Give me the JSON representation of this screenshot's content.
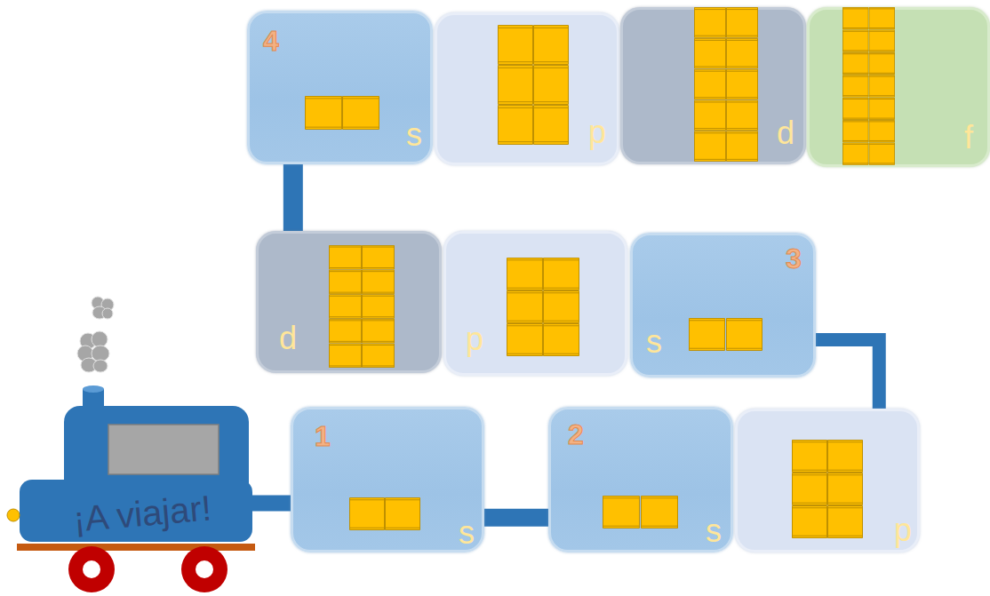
{
  "diagram": {
    "nodes": [
      {
        "text": [
          "¡A viajar!"
        ]
      },
      {
        "text": [
          "1",
          "s"
        ]
      },
      {
        "text": [
          "2",
          "s"
        ]
      },
      {
        "text": [
          "p"
        ]
      },
      {
        "text": [
          "3",
          "s"
        ]
      },
      {
        "text": [
          "p"
        ]
      },
      {
        "text": [
          "d"
        ]
      },
      {
        "text": [
          "4",
          "s"
        ]
      },
      {
        "text": [
          "p"
        ]
      },
      {
        "text": [
          "d"
        ]
      },
      {
        "text": [
          "f"
        ]
      }
    ],
    "edges": [
      {
        "from": 0,
        "to": 1,
        "arrow": "none"
      },
      {
        "from": 1,
        "to": 2,
        "arrow": "none"
      },
      {
        "from": 3,
        "to": 4,
        "arrow": "none"
      },
      {
        "from": 6,
        "to": 7,
        "arrow": "none"
      }
    ]
  }
}
